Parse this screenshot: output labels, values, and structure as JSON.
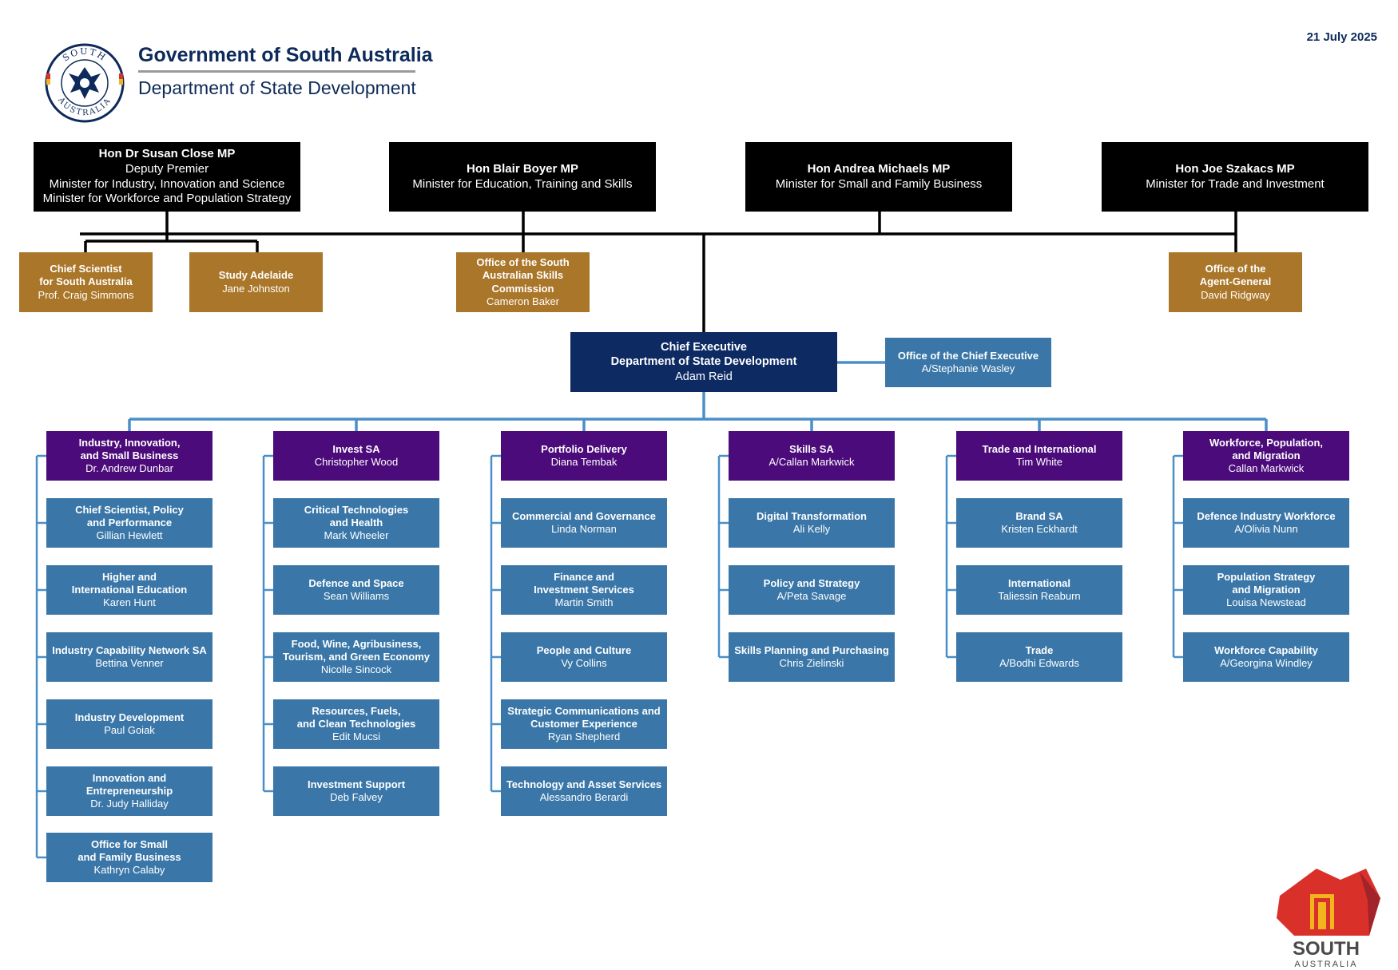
{
  "header": {
    "seal_text_top": "SOUTH",
    "seal_text_bottom": "AUSTRALIA",
    "government": "Government of South Australia",
    "department": "Department of State Development",
    "date": "21 July 2025"
  },
  "ministers": [
    {
      "lines": [
        "Hon Dr Susan Close MP",
        "Deputy Premier",
        "Minister for Industry, Innovation and Science",
        "Minister for Workforce and Population Strategy"
      ]
    },
    {
      "lines": [
        "Hon Blair Boyer MP",
        "Minister for Education, Training and Skills"
      ]
    },
    {
      "lines": [
        "Hon Andrea Michaels MP",
        "Minister for Small and Family Business"
      ]
    },
    {
      "lines": [
        "Hon Joe Szakacs MP",
        "Minister for Trade and Investment"
      ]
    }
  ],
  "agencies": [
    {
      "bold": [
        "Chief Scientist",
        "for South Australia"
      ],
      "name": "Prof. Craig Simmons"
    },
    {
      "bold": [
        "Study Adelaide"
      ],
      "name": "Jane Johnston"
    },
    {
      "bold": [
        "Office of the South",
        "Australian Skills",
        "Commission"
      ],
      "name": "Cameron Baker"
    },
    {
      "bold": [
        "Office of the",
        "Agent-General"
      ],
      "name": "David Ridgway"
    }
  ],
  "chief_executive": {
    "lines": [
      "Chief Executive",
      "Department of State Development",
      "Adam Reid"
    ]
  },
  "office_ce": {
    "bold": [
      "Office of the Chief Executive"
    ],
    "name": "A/Stephanie Wasley"
  },
  "divisions": [
    {
      "bold": [
        "Industry, Innovation,",
        "and Small Business"
      ],
      "name": "Dr. Andrew Dunbar",
      "branches": [
        {
          "bold": [
            "Chief Scientist, Policy",
            "and Performance"
          ],
          "name": "Gillian Hewlett"
        },
        {
          "bold": [
            "Higher and",
            "International Education"
          ],
          "name": "Karen Hunt"
        },
        {
          "bold": [
            "Industry Capability Network SA"
          ],
          "name": "Bettina Venner"
        },
        {
          "bold": [
            "Industry Development"
          ],
          "name": "Paul Goiak"
        },
        {
          "bold": [
            "Innovation and",
            "Entrepreneurship"
          ],
          "name": "Dr. Judy Halliday"
        },
        {
          "bold": [
            "Office for Small",
            "and Family Business"
          ],
          "name": "Kathryn Calaby"
        }
      ]
    },
    {
      "bold": [
        "Invest SA"
      ],
      "name": "Christopher Wood",
      "branches": [
        {
          "bold": [
            "Critical Technologies",
            "and Health"
          ],
          "name": "Mark Wheeler"
        },
        {
          "bold": [
            "Defence and Space"
          ],
          "name": "Sean Williams"
        },
        {
          "bold": [
            "Food, Wine, Agribusiness,",
            "Tourism, and Green Economy"
          ],
          "name": "Nicolle Sincock"
        },
        {
          "bold": [
            "Resources, Fuels,",
            "and Clean Technologies"
          ],
          "name": "Edit Mucsi"
        },
        {
          "bold": [
            "Investment Support"
          ],
          "name": "Deb Falvey"
        }
      ]
    },
    {
      "bold": [
        "Portfolio Delivery"
      ],
      "name": "Diana Tembak",
      "branches": [
        {
          "bold": [
            "Commercial and Governance"
          ],
          "name": "Linda Norman"
        },
        {
          "bold": [
            "Finance and",
            "Investment Services"
          ],
          "name": "Martin Smith"
        },
        {
          "bold": [
            "People and Culture"
          ],
          "name": "Vy Collins"
        },
        {
          "bold": [
            "Strategic Communications and",
            "Customer Experience"
          ],
          "name": "Ryan Shepherd"
        },
        {
          "bold": [
            "Technology and Asset Services"
          ],
          "name": "Alessandro Berardi"
        }
      ]
    },
    {
      "bold": [
        "Skills SA"
      ],
      "name": "A/Callan Markwick",
      "branches": [
        {
          "bold": [
            "Digital Transformation"
          ],
          "name": "Ali Kelly"
        },
        {
          "bold": [
            "Policy and Strategy"
          ],
          "name": "A/Peta Savage"
        },
        {
          "bold": [
            "Skills Planning and Purchasing"
          ],
          "name": "Chris Zielinski"
        }
      ]
    },
    {
      "bold": [
        "Trade and International"
      ],
      "name": "Tim White",
      "branches": [
        {
          "bold": [
            "Brand SA"
          ],
          "name": "Kristen Eckhardt"
        },
        {
          "bold": [
            "International"
          ],
          "name": "Taliessin Reaburn"
        },
        {
          "bold": [
            "Trade"
          ],
          "name": "A/Bodhi Edwards"
        }
      ]
    },
    {
      "bold": [
        "Workforce, Population,",
        "and Migration"
      ],
      "name": "Callan Markwick",
      "branches": [
        {
          "bold": [
            "Defence Industry Workforce"
          ],
          "name": "A/Olivia Nunn"
        },
        {
          "bold": [
            "Population Strategy",
            "and Migration"
          ],
          "name": "Louisa Newstead"
        },
        {
          "bold": [
            "Workforce Capability"
          ],
          "name": "A/Georgina Windley"
        }
      ]
    }
  ],
  "footer_logo": {
    "line1": "SOUTH",
    "line2": "AUSTRALIA"
  },
  "colors": {
    "minister": "#000000",
    "agency": "#aa7629",
    "exec": "#0d2a63",
    "division": "#4b0b7a",
    "branch": "#3a77a8",
    "connector_dark": "#000000",
    "connector_blue": "#4a8fc8",
    "brand_red": "#d9302a"
  }
}
